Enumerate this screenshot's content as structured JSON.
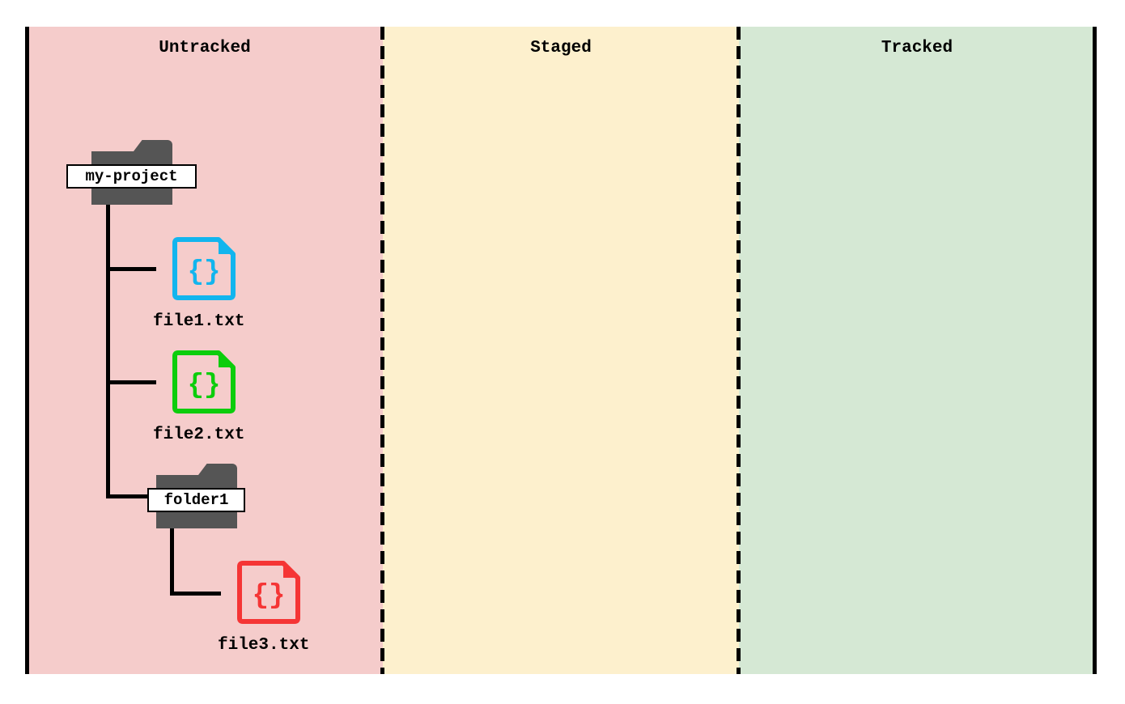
{
  "columns": [
    {
      "title": "Untracked",
      "bg": "#f5cccb"
    },
    {
      "title": "Staged",
      "bg": "#fdf0cd"
    },
    {
      "title": "Tracked",
      "bg": "#d5e8d4"
    }
  ],
  "tree": {
    "root_folder": {
      "label": "my-project",
      "color": "#555555"
    },
    "file1": {
      "label": "file1.txt",
      "color": "#12b5ee",
      "icon": "json-file-icon"
    },
    "file2": {
      "label": "file2.txt",
      "color": "#0ccd0c",
      "icon": "json-file-icon"
    },
    "subfolder": {
      "label": "folder1",
      "color": "#555555"
    },
    "file3": {
      "label": "file3.txt",
      "color": "#f53535",
      "icon": "json-file-icon"
    }
  }
}
